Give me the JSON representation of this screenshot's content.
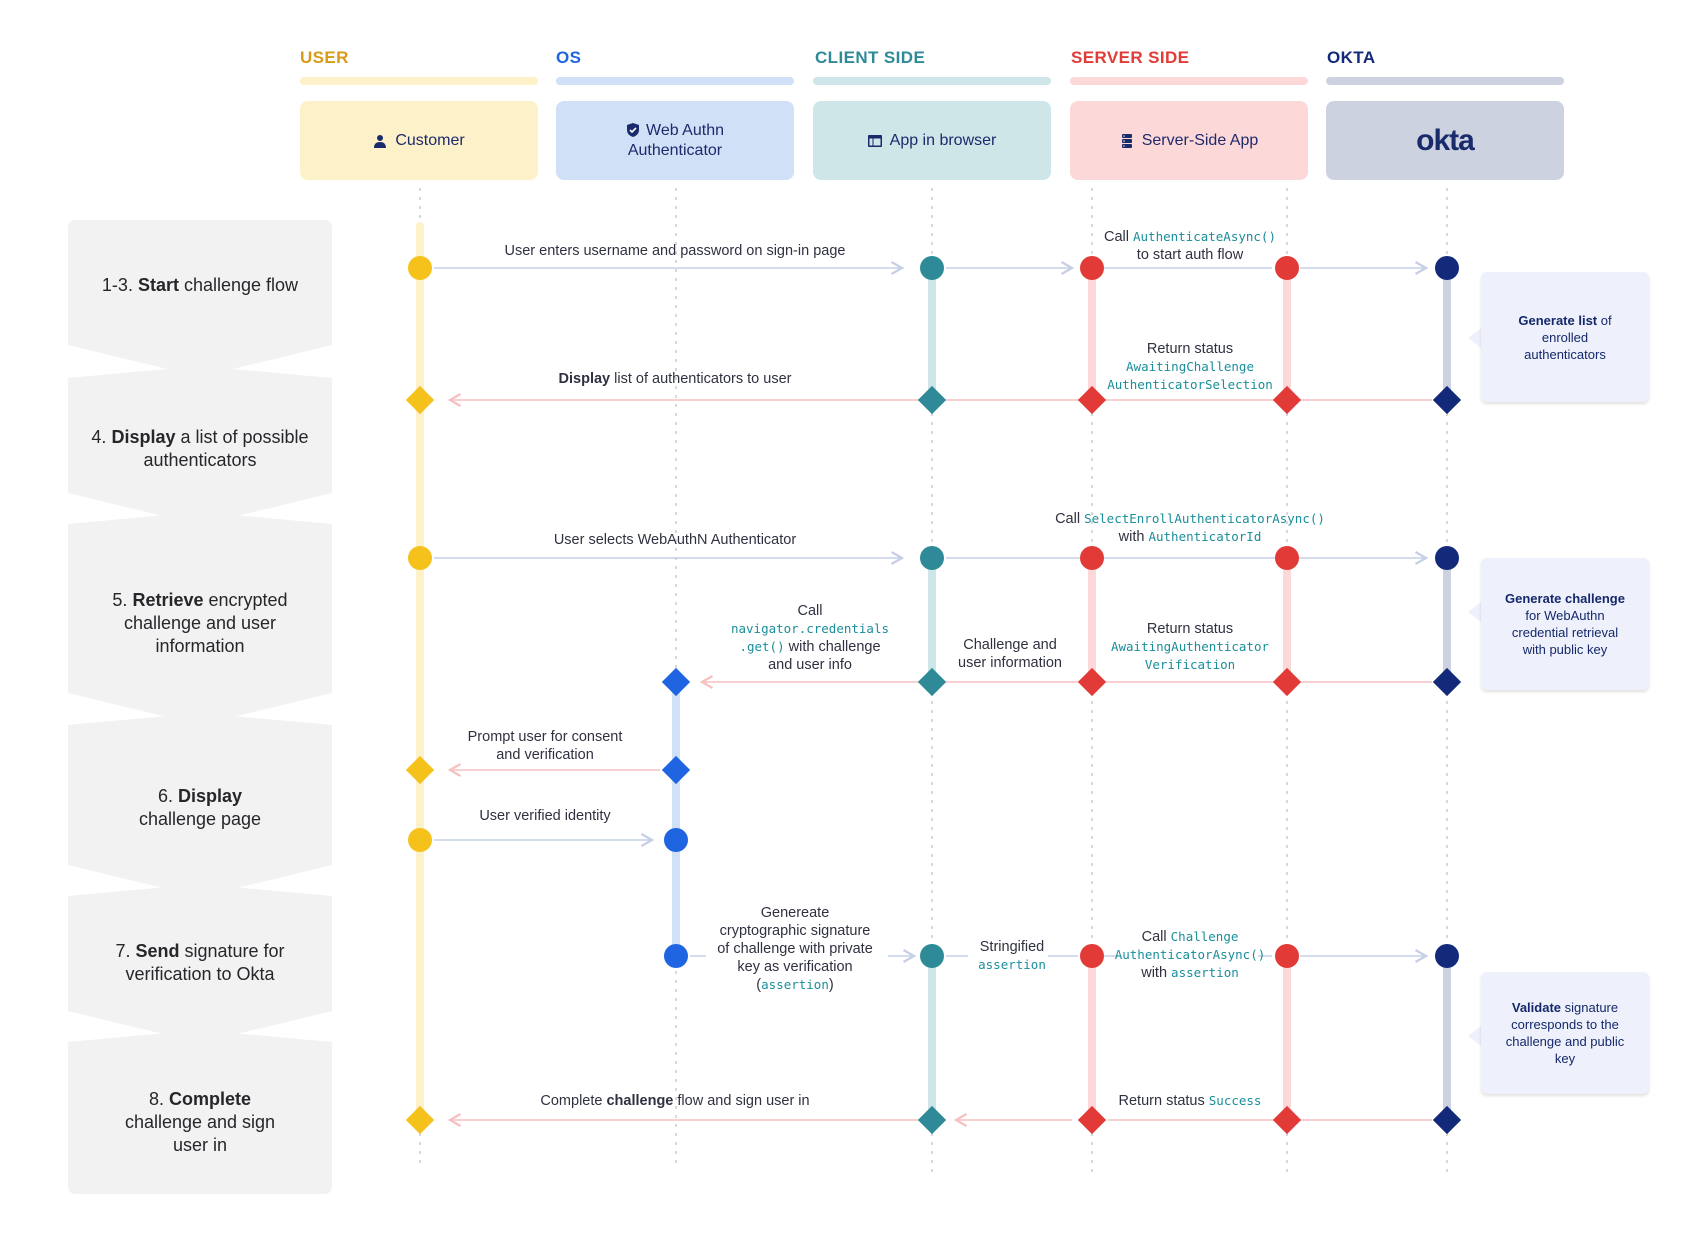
{
  "colors": {
    "user": "#f5c21b",
    "os": "#1f64e0",
    "client": "#2e8a96",
    "server": "#e23b37",
    "okta": "#132a7a",
    "user_light": "#fdf1c9",
    "os_light": "#cfe0f7",
    "client_light": "#cfe6e9",
    "server_light": "#fdd8d8",
    "okta_light": "#ccd2e0",
    "step_bg": "#f2f2f2"
  },
  "lanes": [
    {
      "id": "user",
      "header": "USER",
      "actor": "Customer",
      "icon": "person-icon"
    },
    {
      "id": "os",
      "header": "OS",
      "actor_lines": [
        "Web Authn",
        "Authenticator"
      ],
      "icon": "shield-check-icon"
    },
    {
      "id": "client",
      "header": "CLIENT SIDE",
      "actor": "App in browser",
      "icon": "browser-window-icon"
    },
    {
      "id": "server",
      "header": "SERVER SIDE",
      "actor": "Server-Side App",
      "icon": "server-icon"
    },
    {
      "id": "okta",
      "header": "OKTA",
      "actor": "okta",
      "icon": "okta-logo"
    }
  ],
  "steps": [
    {
      "num": "1-3.",
      "bold": "Start",
      "rest": " challenge flow"
    },
    {
      "num": "4.",
      "bold": "Display",
      "rest": " a list of possible authenticators"
    },
    {
      "num": "5.",
      "bold": "Retrieve",
      "rest": " encrypted challenge and user information"
    },
    {
      "num": "6.",
      "bold": "Display",
      "rest": " challenge page"
    },
    {
      "num": "7.",
      "bold": "Send",
      "rest": " signature for verification to Okta"
    },
    {
      "num": "8.",
      "bold": "Complete",
      "rest": " challenge and sign user in"
    }
  ],
  "messages": {
    "m1": "User enters username and password on sign-in page",
    "m2_pre": "Call ",
    "m2_code": "AuthenticateAsync()",
    "m2_post": "to start auth flow",
    "m3_bold": "Display",
    "m3_rest": " list of authenticators to user",
    "m4_l1": "Return status",
    "m4_c1": "AwaitingChallenge",
    "m4_c2": "AuthenticatorSelection",
    "m5": "User selects WebAuthN Authenticator",
    "m6_pre": "Call ",
    "m6_code": "SelectEnrollAuthenticatorAsync()",
    "m6_with": "with ",
    "m6_code2": "AuthenticatorId",
    "m7_l1": "Call",
    "m7_c1": "navigator.credentials",
    ".c2": "",
    "m7_c2": ".get()",
    "m7_rest": " with challenge",
    "m7_l4": "and user info",
    "m8_l1": "Challenge and",
    "m8_l2": "user information",
    "m9_l1": "Return status",
    "m9_c1": "AwaitingAuthenticator",
    "m9_c2": "Verification",
    "m10_l1": "Prompt user for consent",
    "m10_l2": "and verification",
    "m11": "User verified identity",
    "m12_l1": "Genereate",
    "m12_l2": "cryptographic signature",
    "m12_l3": "of challenge with private",
    "m12_l4": "key as verification",
    "m12_c": "assertion",
    "m13_l1": "Stringified",
    "m13_c": "assertion",
    "m14_pre": "Call ",
    "m14_c1": "Challenge",
    "m14_c2": "AuthenticatorAsync()",
    "m14_with": "with ",
    "m14_c3": "assertion",
    "m15_pre": "Complete ",
    "m15_bold": "challenge",
    "m15_post": " flow and sign user in",
    "m16_pre": "Return status ",
    "m16_code": "Success"
  },
  "notes": [
    {
      "bold": "Generate list",
      "rest": " of enrolled authenticators"
    },
    {
      "bold": "Generate challenge",
      "rest": " for WebAuthn credential retrieval with public key"
    },
    {
      "bold": "Validate",
      "rest": " signature corresponds to the challenge and public key"
    }
  ]
}
